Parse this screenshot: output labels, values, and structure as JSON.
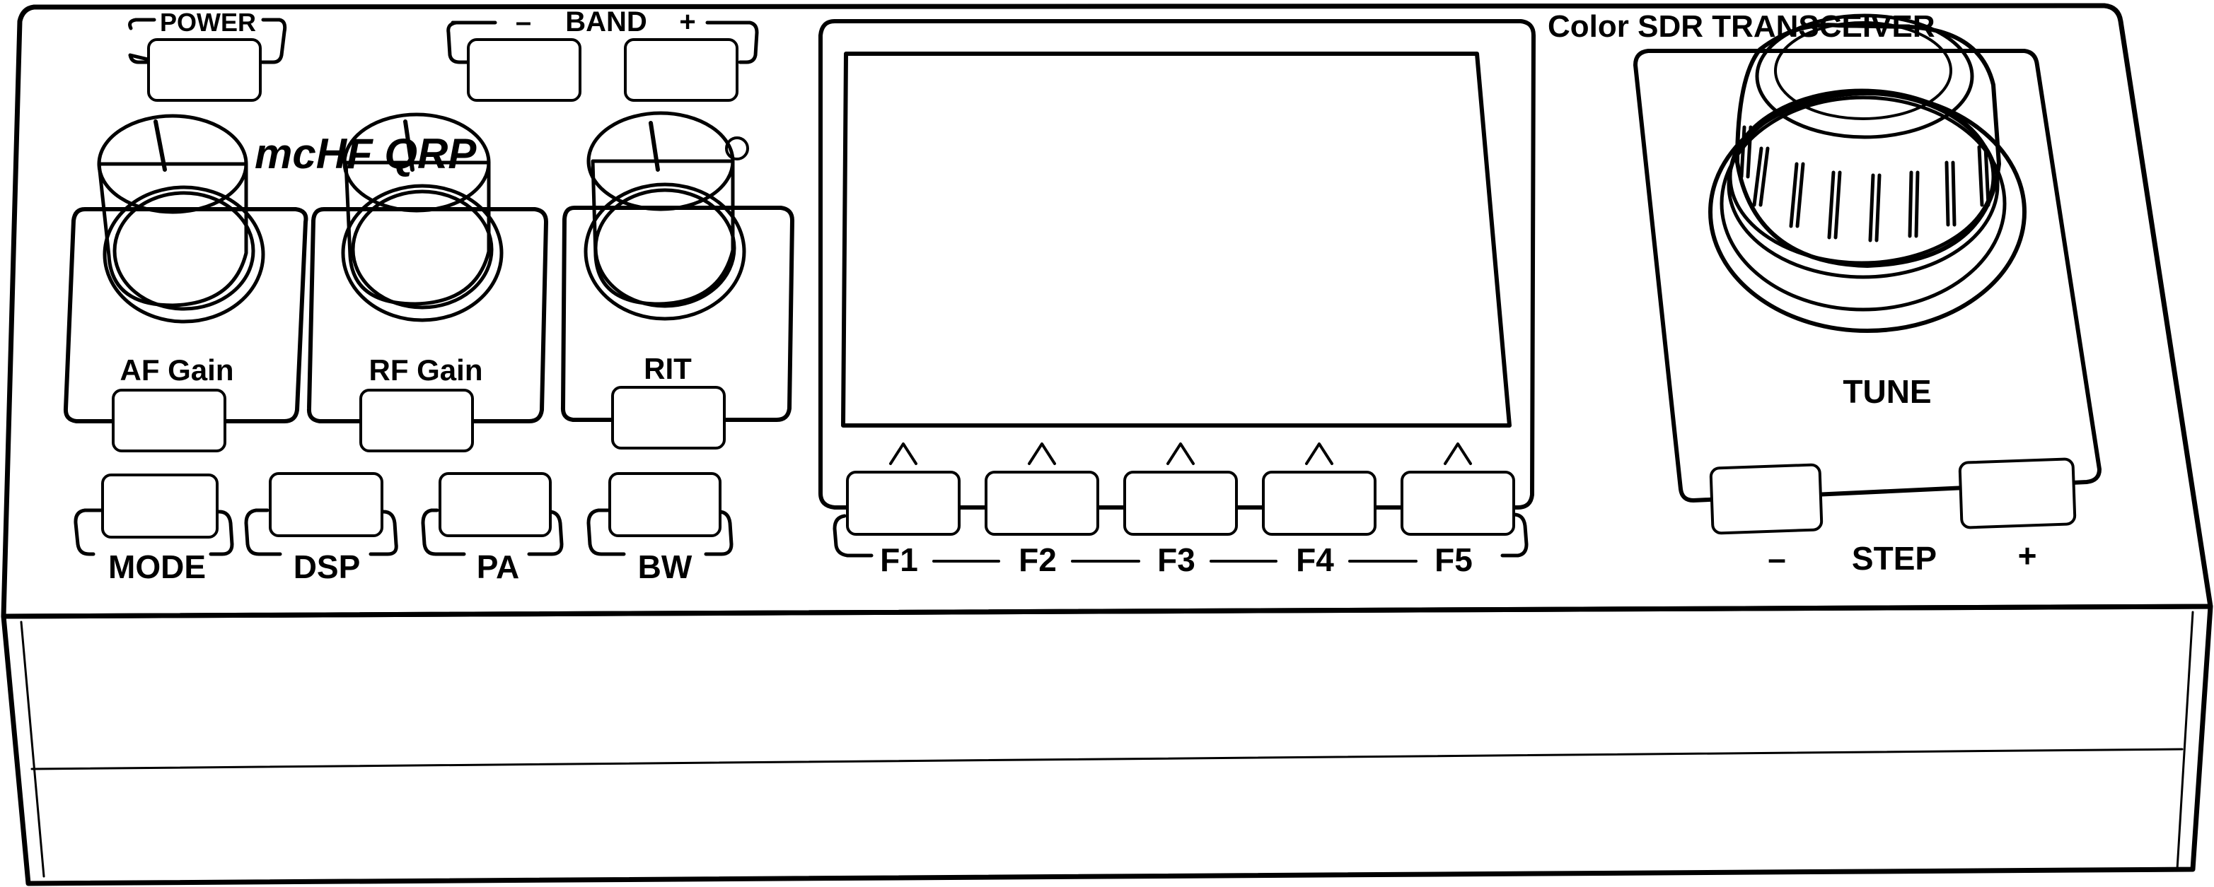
{
  "labels": {
    "power": "POWER",
    "band": "BAND",
    "band_minus": "–",
    "band_plus": "+",
    "brand": "mcHF QRP",
    "product": "Color SDR TRANSCEIVER",
    "af_gain": "AF Gain",
    "rf_gain": "RF Gain",
    "rit": "RIT",
    "tune": "TUNE",
    "step": "STEP",
    "step_minus": "–",
    "step_plus": "+",
    "mode": "MODE",
    "dsp": "DSP",
    "pa": "PA",
    "bw": "BW"
  },
  "softkeys": [
    "F1",
    "F2",
    "F3",
    "F4",
    "F5"
  ],
  "colors": {
    "line": "#000000",
    "body": "#ffffff"
  }
}
